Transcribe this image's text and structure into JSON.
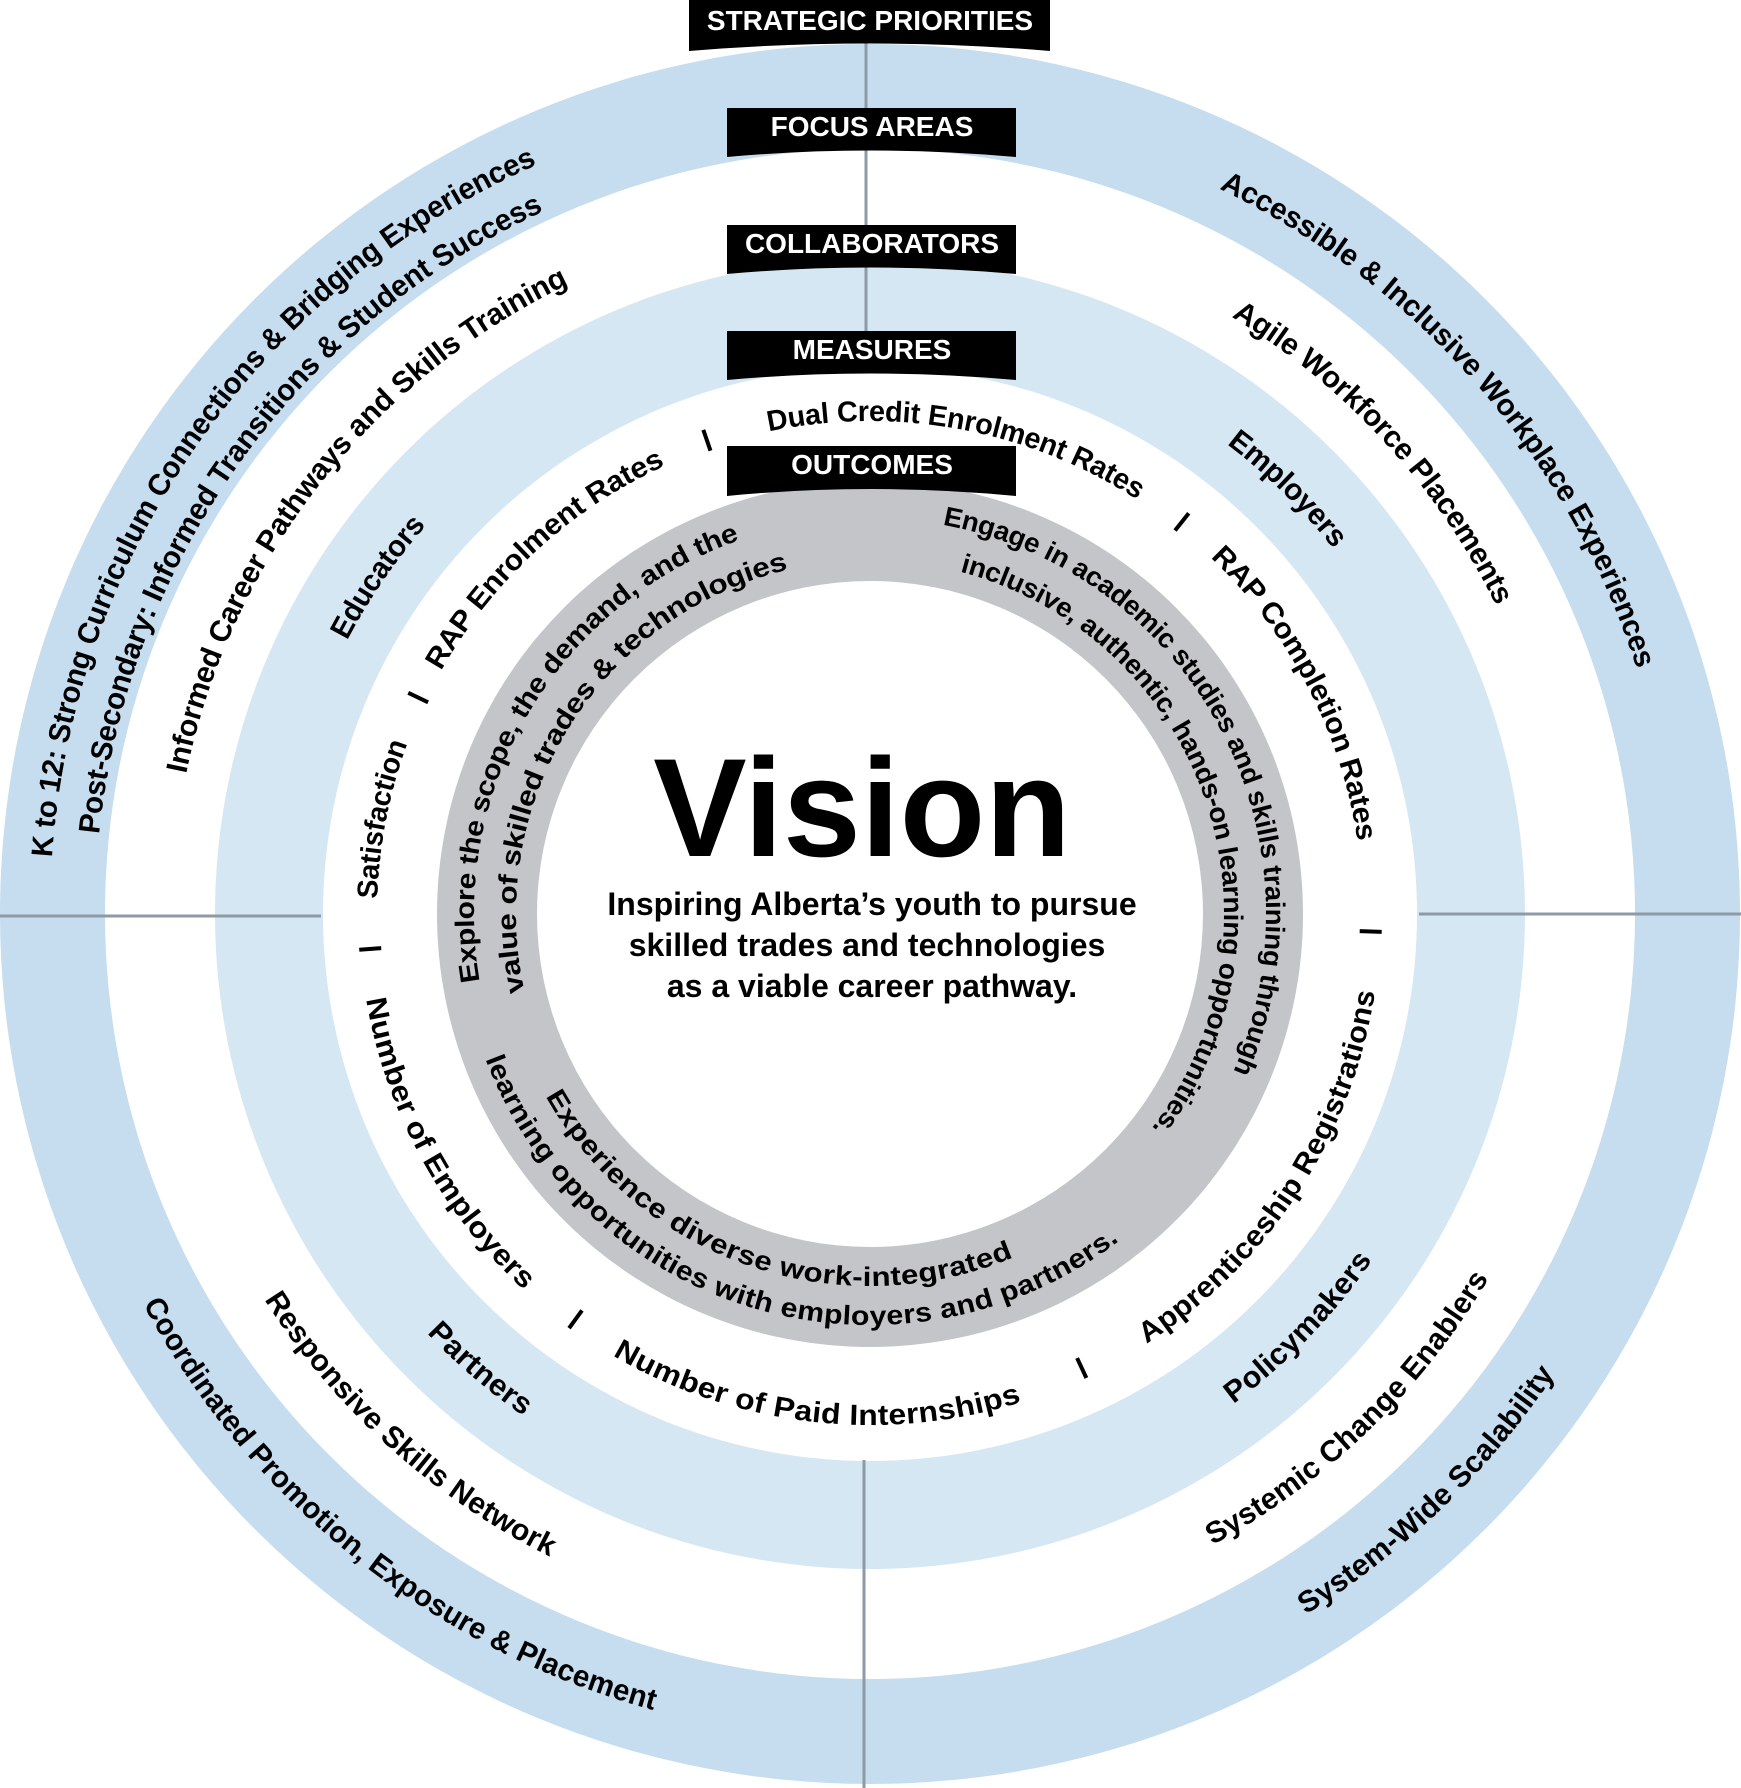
{
  "colors": {
    "outer_ring": "#c5ddef",
    "collaborator_ring": "#d6e7f4",
    "outcome_ring": "#c3c5c8",
    "banner": "#000000",
    "divider": "#8e9aa6"
  },
  "labels": {
    "strategic_priorities": "STRATEGIC PRIORITIES",
    "focus_areas": "FOCUS AREAS",
    "collaborators": "COLLABORATORS",
    "measures": "MEASURES",
    "outcomes": "OUTCOMES"
  },
  "vision": {
    "title": "Vision",
    "lines": [
      "Inspiring Alberta’s youth to pursue",
      "skilled trades and technologies",
      "as a viable career pathway."
    ]
  },
  "strategic_priorities": [
    "K to 12: Strong Curriculum Connections & Bridging Experiences",
    "Post-Secondary: Informed Transitions & Student Success",
    "Accessible & Inclusive Workplace Experiences",
    "System-Wide Scalability",
    "Coordinated Promotion, Exposure & Placement"
  ],
  "focus_areas": [
    "Informed Career Pathways and Skills Training",
    "Agile Workforce Placements",
    "Systemic Change Enablers",
    "Responsive Skills Network"
  ],
  "collaborators": [
    "Educators",
    "Employers",
    "Policymakers",
    "Partners"
  ],
  "measures": [
    "Satisfaction",
    "RAP Enrolment Rates",
    "Dual Credit Enrolment Rates",
    "RAP Completion Rates",
    "Apprenticeship Registrations",
    "Number of Paid Internships",
    "Number of Employers"
  ],
  "outcomes": {
    "explore": [
      "Explore the scope, the demand, and the",
      "value of skilled trades & technologies"
    ],
    "engage": [
      "Engage in academic studies and skills training through",
      "inclusive, authentic, hands-on learning opportunities."
    ],
    "experience": [
      "Experience diverse work-integrated",
      "learning opportunities with employers and partners."
    ]
  }
}
